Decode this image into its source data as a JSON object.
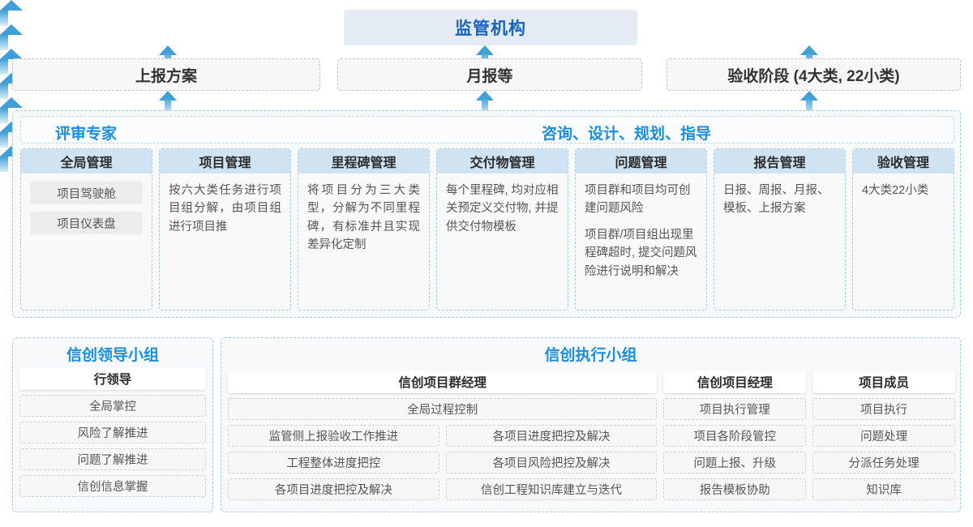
{
  "top": {
    "regulator": "监管机构",
    "reports": [
      "上报方案",
      "月报等",
      "验收阶段 (4大类, 22小类)"
    ]
  },
  "middle": {
    "header_left": "评审专家",
    "header_right": "咨询、设计、规划、指导",
    "columns": [
      {
        "title": "全局管理",
        "pills": [
          "项目驾驶舱",
          "项目仪表盘"
        ],
        "paragraphs": []
      },
      {
        "title": "项目管理",
        "pills": [],
        "paragraphs": [
          "按六大类任务进行项目组分解，由项目组进行项目推"
        ]
      },
      {
        "title": "里程碑管理",
        "pills": [],
        "paragraphs": [
          "将项目分为三大类型，分解为不同里程碑，有标准并且实现差异化定制"
        ]
      },
      {
        "title": "交付物管理",
        "pills": [],
        "paragraphs": [
          "每个里程碑, 均对应相关预定义交付物, 并提供交付物模板"
        ]
      },
      {
        "title": "问题管理",
        "pills": [],
        "paragraphs": [
          "项目群和项目均可创建问题风险",
          "项目群/项目组出现里程碑超时, 提交问题风险进行说明和解决"
        ]
      },
      {
        "title": "报告管理",
        "pills": [],
        "paragraphs": [
          "日报、周报、月报、模板、上报方案"
        ]
      },
      {
        "title": "验收管理",
        "pills": [],
        "paragraphs": [
          "4大类22小类"
        ]
      }
    ]
  },
  "bottom": {
    "leading_group": {
      "title": "信创领导小组",
      "role": "行领导",
      "items": [
        "全局掌控",
        "风险了解推进",
        "问题了解推进",
        "信创信息掌握"
      ]
    },
    "exec_group": {
      "title": "信创执行小组",
      "program_manager": {
        "role": "信创项目群经理",
        "full_width_item": "全局过程控制",
        "left_items": [
          "监管侧上报验收工作推进",
          "工程整体进度把控",
          "各项目进度把控及解决"
        ],
        "right_items": [
          "各项目进度把控及解决",
          "各项目风险把控及解决",
          "信创工程知识库建立与迭代"
        ]
      },
      "project_manager": {
        "role": "信创项目经理",
        "items": [
          "项目执行管理",
          "项目各阶段管控",
          "问题上报、升级",
          "报告模板协助"
        ]
      },
      "project_member": {
        "role": "项目成员",
        "items": [
          "项目执行",
          "问题处理",
          "分派任务处理",
          "知识库"
        ]
      }
    }
  },
  "colors": {
    "accent_blue": "#1a8fe0",
    "title_blue": "#1565c0",
    "banner_bg": "#e5ebf5",
    "column_header_bg": "#cfe3f2",
    "arrow_blue": "#3f9fd6"
  }
}
